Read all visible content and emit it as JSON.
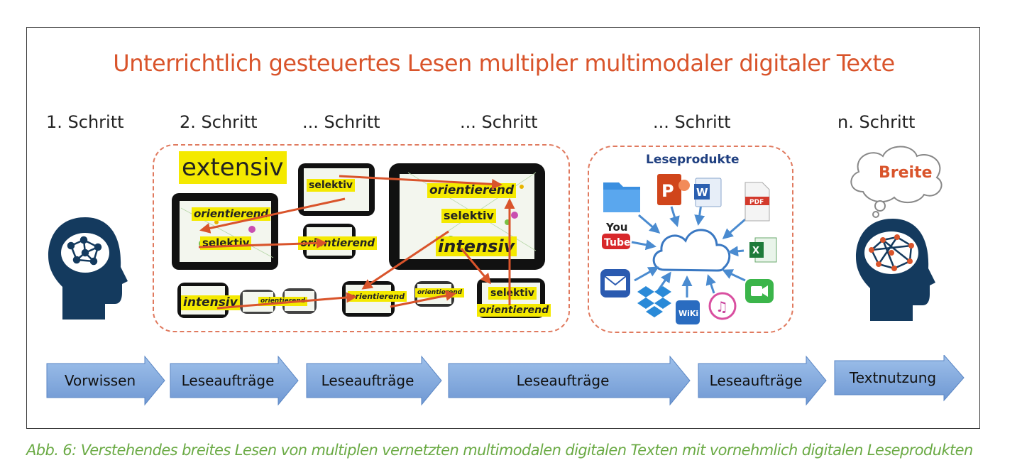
{
  "title": "Unterrichtlich gesteuertes Lesen multipler multimodaler digitaler Texte",
  "steps": [
    "1. Schritt",
    "2. Schritt",
    "... Schritt",
    "... Schritt",
    "... Schritt",
    "n. Schritt"
  ],
  "reading_modes": {
    "extensiv": "extensiv",
    "selektiv": "selektiv",
    "orientierend": "orientierend",
    "intensiv": "intensiv"
  },
  "cloud_box": {
    "label": "Leseprodukte",
    "icons": [
      "folder-icon",
      "powerpoint-icon",
      "word-icon",
      "pdf-icon",
      "youtube-icon",
      "excel-icon",
      "mail-icon",
      "dropbox-icon",
      "wiki-icon",
      "itunes-icon",
      "facetime-icon",
      "cloud-icon"
    ],
    "icon_texts": {
      "pdf": "PDF",
      "youtube_top": "You",
      "youtube_bottom": "Tube",
      "wiki": "WiKi"
    }
  },
  "thought_bubble": "Breite",
  "phases": [
    "Vorwissen",
    "Leseaufträge",
    "Leseaufträge",
    "Leseaufträge",
    "Leseaufträge",
    "Textnutzung"
  ],
  "caption": "Abb. 6: Verstehendes breites Lesen von multiplen vernetzten multimodalen digitalen Texten mit vornehmlich digitalen Leseprodukten",
  "colors": {
    "title": "#d9542b",
    "caption": "#6aaa44",
    "arrow": "#7fa7d9",
    "link": "#d9542b",
    "highlight": "#f4e900",
    "head": "#143a5e"
  }
}
